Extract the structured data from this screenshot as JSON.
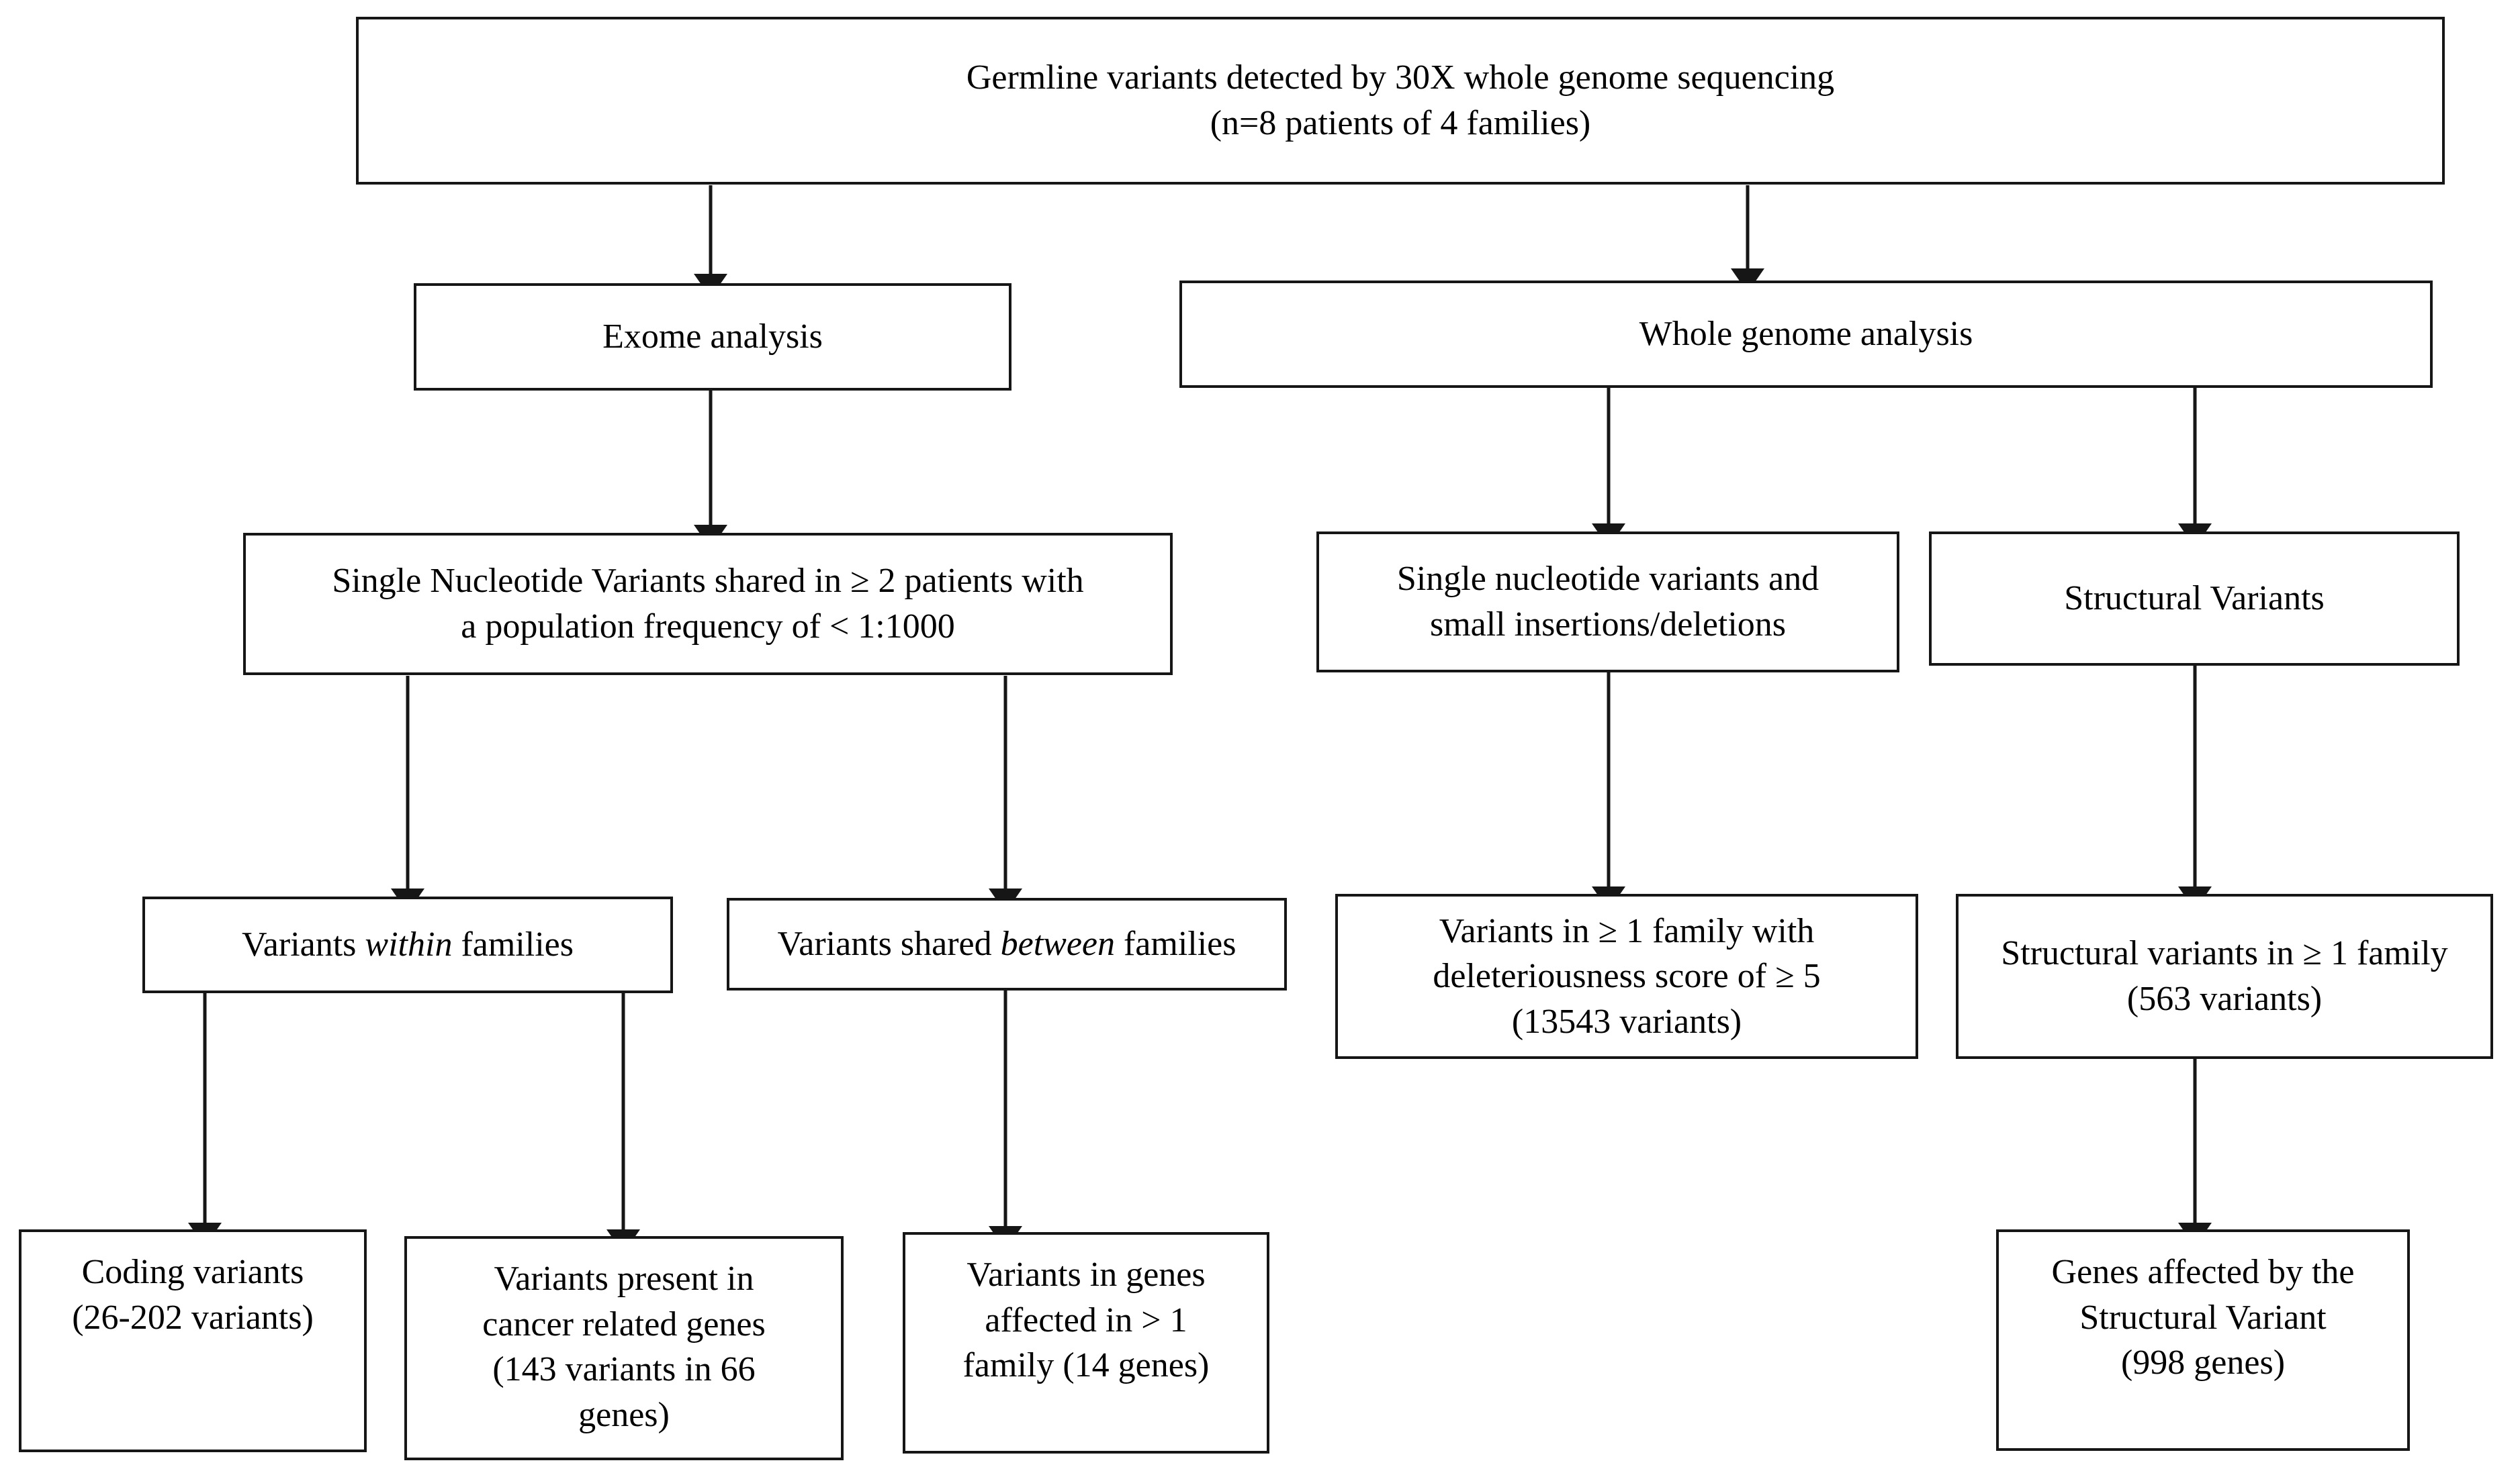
{
  "diagram": {
    "title": "Germline variant analysis workflow",
    "stroke_color": "#161616",
    "background_color": "#ffffff",
    "nodes": {
      "root": {
        "line1": "Germline variants detected by 30X whole genome sequencing",
        "line2": "(n=8 patients of 4 families)"
      },
      "exome_analysis": {
        "line1": "Exome analysis"
      },
      "wgs_analysis": {
        "line1": "Whole genome analysis"
      },
      "snv_shared": {
        "line1": "Single Nucleotide Variants shared in ≥  2 patients with",
        "line2": "a population frequency of < 1:1000"
      },
      "snv_indels": {
        "line1": "Single nucleotide variants and",
        "line2": "small insertions/deletions"
      },
      "structural_variants": {
        "line1": "Structural Variants"
      },
      "within_families": {
        "pre": "Variants ",
        "em": "within",
        "post": " families"
      },
      "between_families": {
        "pre": "Variants shared ",
        "em": "between",
        "post": " families"
      },
      "deleterious_variants": {
        "line1": "Variants in ≥ 1 family with",
        "line2": "deleteriousness score  of ≥ 5",
        "line3": "(13543 variants)"
      },
      "sv_one_family": {
        "line1": "Structural variants in ≥ 1 family",
        "line2": "(563 variants)"
      },
      "coding_variants": {
        "line1": "Coding variants",
        "line2": "(26-202 variants)"
      },
      "cancer_genes": {
        "line1": "Variants present in",
        "line2": "cancer related genes",
        "line3": "(143 variants in 66",
        "line4": "genes)"
      },
      "genes_multi_family": {
        "line1": "Variants in genes",
        "line2": "affected in > 1",
        "line3": "family (14 genes)"
      },
      "genes_affected_sv": {
        "line1": "Genes affected by the",
        "line2": "Structural Variant",
        "line3": "(998 genes)"
      }
    },
    "edges": [
      {
        "from": "root",
        "to": "exome_analysis"
      },
      {
        "from": "root",
        "to": "wgs_analysis"
      },
      {
        "from": "exome_analysis",
        "to": "snv_shared"
      },
      {
        "from": "wgs_analysis",
        "to": "snv_indels"
      },
      {
        "from": "wgs_analysis",
        "to": "structural_variants"
      },
      {
        "from": "snv_shared",
        "to": "within_families"
      },
      {
        "from": "snv_shared",
        "to": "between_families"
      },
      {
        "from": "snv_indels",
        "to": "deleterious_variants"
      },
      {
        "from": "structural_variants",
        "to": "sv_one_family"
      },
      {
        "from": "within_families",
        "to": "coding_variants"
      },
      {
        "from": "within_families",
        "to": "cancer_genes"
      },
      {
        "from": "between_families",
        "to": "genes_multi_family"
      },
      {
        "from": "sv_one_family",
        "to": "genes_affected_sv"
      }
    ]
  }
}
